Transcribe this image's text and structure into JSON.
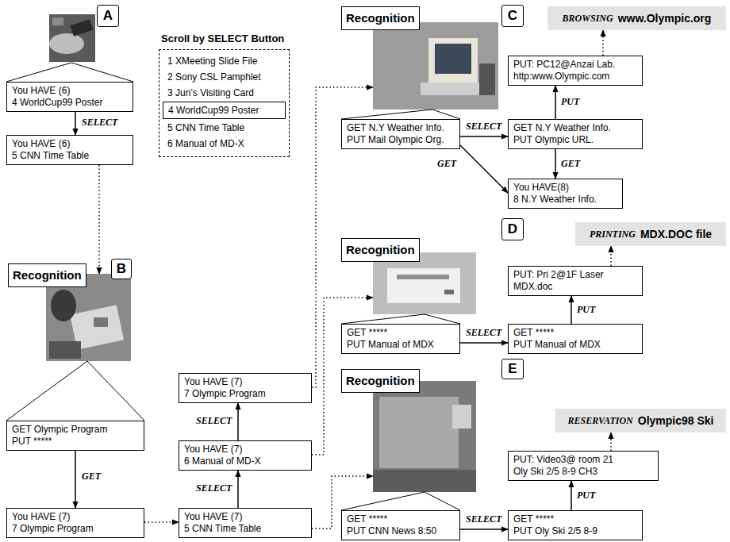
{
  "diagram": {
    "nodes": [
      {
        "text": [
          "A"
        ]
      },
      {
        "text": [
          "You HAVE (6)",
          "4 WorldCup99 Poster"
        ]
      },
      {
        "text": [
          "You HAVE (6)",
          "5 CNN Time Table"
        ]
      },
      {
        "text": [
          "Scroll by SELECT Button",
          "1 XMeeting Slide File",
          "2 Sony CSL Pamphlet",
          "3 Jun’s Visiting Card",
          "5 CNN Time Table",
          "6 Manual of MD-X"
        ]
      },
      {
        "text": [
          "4 WorldCup99 Poster"
        ],
        "in": 3
      },
      {
        "text": [
          "Recognition"
        ]
      },
      {
        "text": [
          "B"
        ]
      },
      {
        "text": [
          "GET Olympic Program",
          "PUT *****"
        ]
      },
      {
        "text": [
          "You HAVE (7)",
          "7 Olympic Program"
        ]
      },
      {
        "text": [
          "You HAVE (7)",
          "5 CNN Time Table"
        ]
      },
      {
        "text": [
          "You HAVE (7)",
          "6 Manual of MD-X"
        ]
      },
      {
        "text": [
          "You HAVE (7)",
          "7 Olympic Program"
        ]
      },
      {
        "text": [
          "Recognition"
        ]
      },
      {
        "text": [
          "C"
        ]
      },
      {
        "text": [
          "GET N.Y Weather Info.",
          "PUT Mail Olympic Org."
        ]
      },
      {
        "text": [
          "GET N.Y Weather Info.",
          "PUT Olympic URL."
        ]
      },
      {
        "text": [
          "PUT: PC12@Anzai Lab.",
          "http:www.Olympic.com"
        ]
      },
      {
        "text": [
          "BROWSING",
          "www.Olympic.org"
        ]
      },
      {
        "text": [
          "You HAVE(8)",
          "8 N.Y Weather Info."
        ]
      },
      {
        "text": [
          "Recognition"
        ]
      },
      {
        "text": [
          "D"
        ]
      },
      {
        "text": [
          "GET *****",
          "PUT Manual of MDX"
        ]
      },
      {
        "text": [
          "GET *****",
          "PUT Manual of MDX"
        ]
      },
      {
        "text": [
          "PUT: Pri 2@1F Laser",
          "MDX.doc"
        ]
      },
      {
        "text": [
          "PRINTING",
          "MDX.DOC file"
        ]
      },
      {
        "text": [
          "Recognition"
        ]
      },
      {
        "text": [
          "E"
        ]
      },
      {
        "text": [
          "GET *****",
          "PUT CNN News 8:50"
        ]
      },
      {
        "text": [
          "GET *****",
          "PUT Oly Ski 2/5 8-9"
        ]
      },
      {
        "text": [
          "PUT: Video3@ room 21",
          "Oly Ski 2/5 8-9 CH3"
        ]
      },
      {
        "text": [
          "RESERVATION",
          "Olympic98 Ski"
        ]
      }
    ],
    "edges": [
      {
        "from": 1,
        "to": 2,
        "label": "SELECT",
        "arrow": "to"
      },
      {
        "from": 2,
        "to": 5,
        "arrow": "to"
      },
      {
        "from": 7,
        "to": 8,
        "label": "GET",
        "arrow": "to"
      },
      {
        "from": 8,
        "to": 9,
        "arrow": "to"
      },
      {
        "from": 9,
        "to": 10,
        "label": "SELECT",
        "arrow": "to"
      },
      {
        "from": 10,
        "to": 11,
        "label": "SELECT",
        "arrow": "to"
      },
      {
        "from": 11,
        "to": 12,
        "arrow": "to"
      },
      {
        "from": 10,
        "to": 19,
        "arrow": "to"
      },
      {
        "from": 9,
        "to": 25,
        "arrow": "to"
      },
      {
        "from": 14,
        "to": 15,
        "label": "SELECT",
        "arrow": "to"
      },
      {
        "from": 15,
        "to": 16,
        "label": "PUT",
        "arrow": "to"
      },
      {
        "from": 16,
        "to": 17,
        "arrow": "to"
      },
      {
        "from": 14,
        "to": 18,
        "label": "GET",
        "arrow": "to"
      },
      {
        "from": 15,
        "to": 18,
        "label": "GET",
        "arrow": "to"
      },
      {
        "from": 21,
        "to": 22,
        "label": "SELECT",
        "arrow": "to"
      },
      {
        "from": 22,
        "to": 23,
        "label": "PUT",
        "arrow": "to"
      },
      {
        "from": 23,
        "to": 24,
        "arrow": "to"
      },
      {
        "from": 27,
        "to": 28,
        "label": "SELECT",
        "arrow": "to"
      },
      {
        "from": 28,
        "to": 29,
        "label": "PUT",
        "arrow": "to"
      },
      {
        "from": 29,
        "to": 30,
        "arrow": "to"
      }
    ]
  }
}
